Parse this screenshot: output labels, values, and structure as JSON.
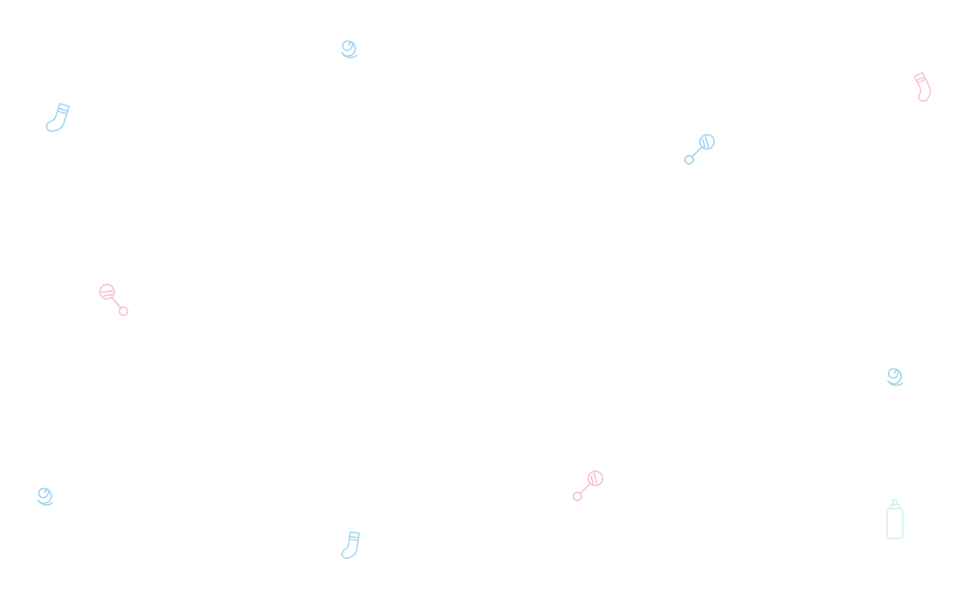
{
  "background": "#ffffff",
  "colors": {
    "blue": "#5db8e6",
    "pink": "#f08aa8",
    "faint_blue": "#a8dbee"
  },
  "icons": [
    {
      "name": "spiral-icon",
      "tone": "blue"
    },
    {
      "name": "sock-icon",
      "tone": "blue"
    },
    {
      "name": "sock-icon",
      "tone": "pink"
    },
    {
      "name": "rattle-icon",
      "tone": "blue"
    },
    {
      "name": "rattle-icon",
      "tone": "pink"
    },
    {
      "name": "spiral-icon",
      "tone": "blue"
    },
    {
      "name": "spiral-icon",
      "tone": "blue"
    },
    {
      "name": "rattle-icon",
      "tone": "pink"
    },
    {
      "name": "sock-icon",
      "tone": "blue"
    },
    {
      "name": "bottle-icon",
      "tone": "faint_blue"
    }
  ]
}
